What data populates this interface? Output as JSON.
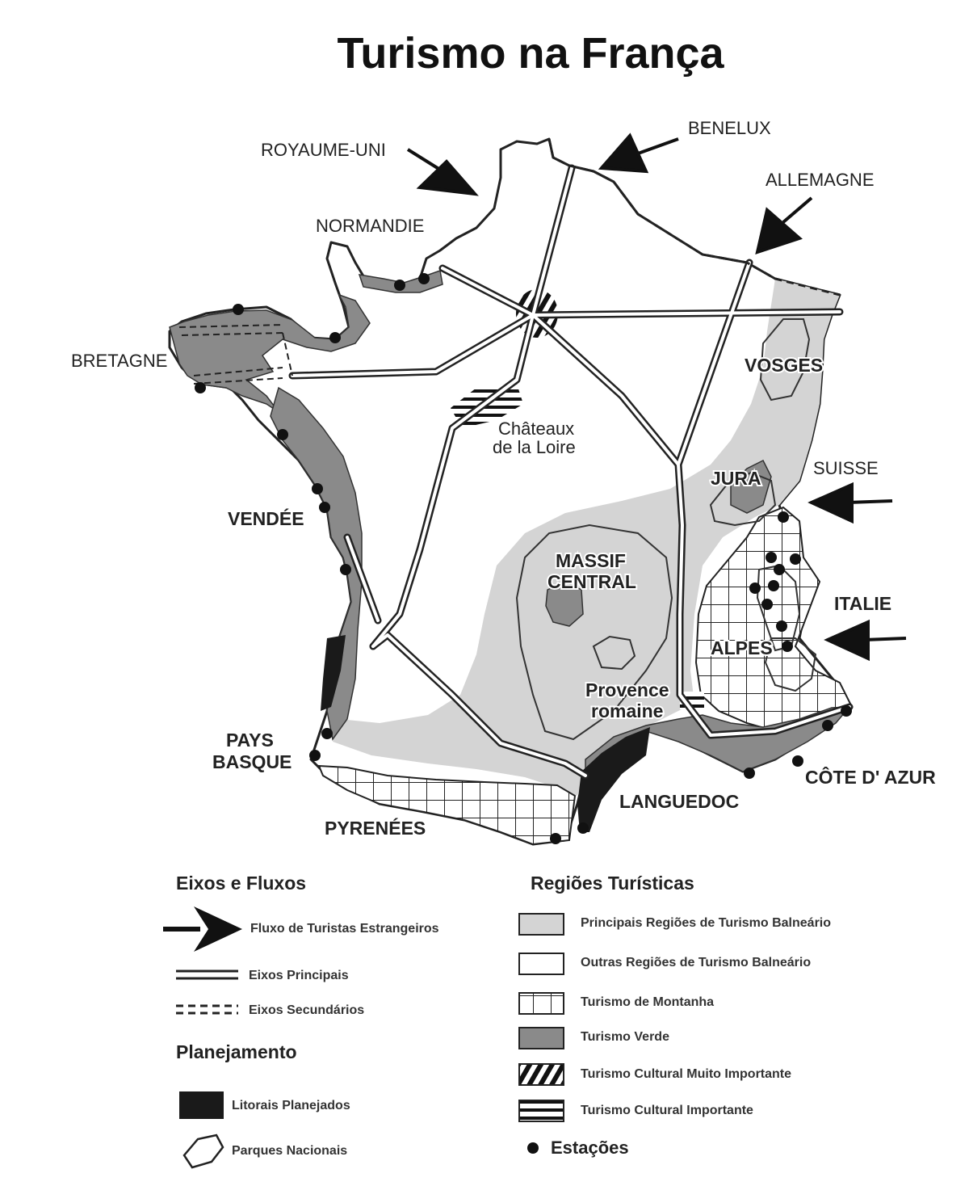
{
  "title": "Turismo na França",
  "countries": {
    "royaume_uni": "ROYAUME-UNI",
    "benelux": "BENELUX",
    "allemagne": "ALLEMAGNE",
    "suisse": "SUISSE",
    "italie": "ITALIE"
  },
  "regions": {
    "normandie": "NORMANDIE",
    "bretagne": "BRETAGNE",
    "vendee": "VENDÉE",
    "pays_basque_1": "PAYS",
    "pays_basque_2": "BASQUE",
    "pyrenees": "PYRENÉES",
    "languedoc": "LANGUEDOC",
    "cote_dazur": "CÔTE D' AZUR",
    "alpes": "ALPES",
    "jura": "JURA",
    "vosges": "VOSGES",
    "massif_central_1": "MASSIF",
    "massif_central_2": "CENTRAL",
    "chateaux_1": "Châteaux",
    "chateaux_2": "de la Loire",
    "provence_1": "Provence",
    "provence_2": "romaine"
  },
  "legend": {
    "eixos_title": "Eixos e Fluxos",
    "fluxo": "Fluxo de Turistas Estrangeiros",
    "eixos_principais": "Eixos Principais",
    "eixos_secundarios": "Eixos Secundários",
    "planejamento_title": "Planejamento",
    "litorais": "Litorais Planejados",
    "parques": "Parques Nacionais",
    "regioes_title": "Regiões Turísticas",
    "balneario_principal": "Principais Regiões de Turismo Balneário",
    "balneario_outras": "Outras Regiões de Turismo Balneário",
    "montanha": "Turismo de Montanha",
    "verde": "Turismo Verde",
    "cultural_muito": "Turismo Cultural Muito Importante",
    "cultural": "Turismo Cultural Importante",
    "estacoes": "Estações"
  },
  "colors": {
    "balneario_principal": "#d4d4d4",
    "turismo_verde": "#8a8a8a",
    "litoral_planejado": "#1a1a1a"
  }
}
